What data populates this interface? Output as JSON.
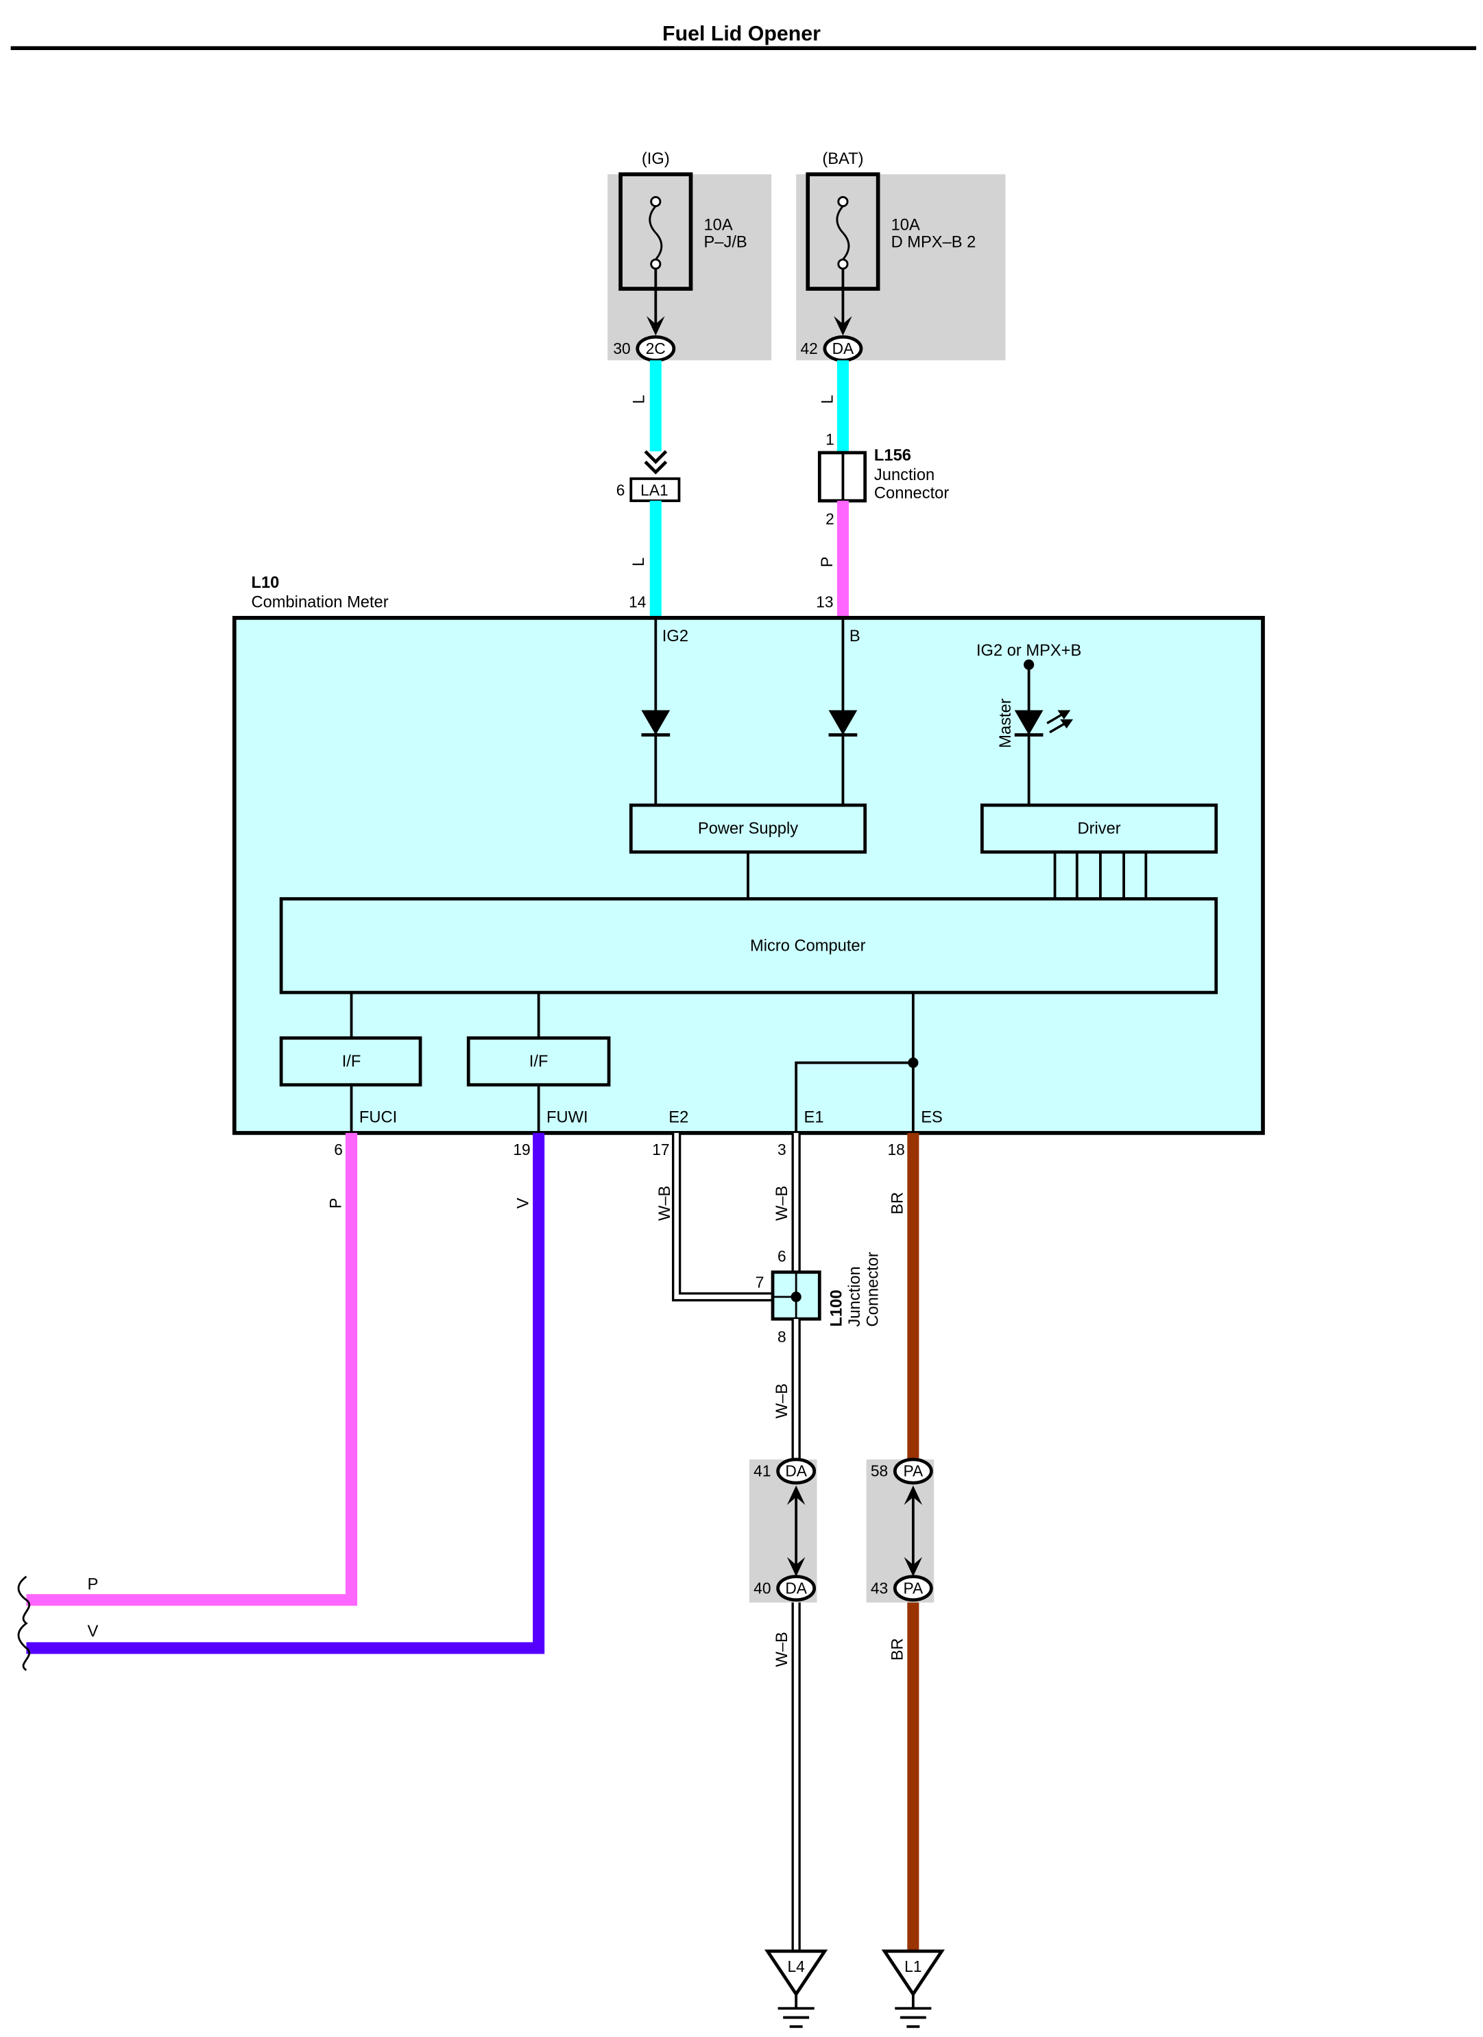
{
  "title": "Fuel Lid Opener",
  "colors": {
    "meter_body": "#ccffff",
    "block_fill": "#ccffff",
    "relay_block": "#d3d3d3"
  },
  "wire_colors": {
    "L": "#00ffff",
    "P": "#ff66ff",
    "V": "#5500ff",
    "BR": "#993300",
    "W–B": "#ffffff"
  },
  "fuses": {
    "ig": {
      "source": "(IG)",
      "rating": "10A",
      "name": "P–J/B",
      "connector": "2C",
      "pin": "30",
      "wire_color": "L"
    },
    "bat": {
      "source": "(BAT)",
      "rating": "10A",
      "name": "D MPX–B 2",
      "connector": "DA",
      "pin": "42",
      "wire_color": "L"
    }
  },
  "la1": {
    "id": "LA1",
    "pin": "6",
    "wire_color": "L"
  },
  "l156": {
    "id": "L156",
    "desc": [
      "Junction",
      "Connector"
    ],
    "pin_in": "1",
    "pin_out": "2",
    "wire_color": "P"
  },
  "meter": {
    "id": "L10",
    "name": "Combination Meter",
    "terminals": {
      "ig2": {
        "pin": "14",
        "name": "IG2"
      },
      "b": {
        "pin": "13",
        "name": "B"
      },
      "fuci": {
        "pin": "6",
        "name": "FUCI",
        "wire_color": "P"
      },
      "fuwi": {
        "pin": "19",
        "name": "FUWI",
        "wire_color": "V"
      },
      "e2": {
        "pin": "17",
        "name": "E2",
        "wire_color": "W–B"
      },
      "e1": {
        "pin": "3",
        "name": "E1",
        "wire_color": "W–B"
      },
      "es": {
        "pin": "18",
        "name": "ES",
        "wire_color": "BR"
      }
    },
    "blocks": {
      "power_supply": "Power Supply",
      "driver": "Driver",
      "micro_computer": "Micro Computer",
      "interface_fuci": "I/F",
      "interface_fuwi": "I/F"
    },
    "indicator": {
      "supply": "IG2 or MPX+B",
      "name": "Master"
    }
  },
  "l100": {
    "id": "L100",
    "desc": [
      "Junction",
      "Connector"
    ],
    "pin_e1": "6",
    "pin_e2": "7",
    "pin_out": "8",
    "wire_color": "W–B"
  },
  "da_inline": {
    "id": "DA",
    "pin_upper": "41",
    "pin_lower": "40",
    "wire_color": "W–B"
  },
  "pa_inline": {
    "id": "PA",
    "pin_upper": "58",
    "pin_lower": "43",
    "wire_color": "BR"
  },
  "grounds": {
    "l4": "L4",
    "l1": "L1"
  },
  "off_page": {
    "upper": "P",
    "lower": "V"
  }
}
